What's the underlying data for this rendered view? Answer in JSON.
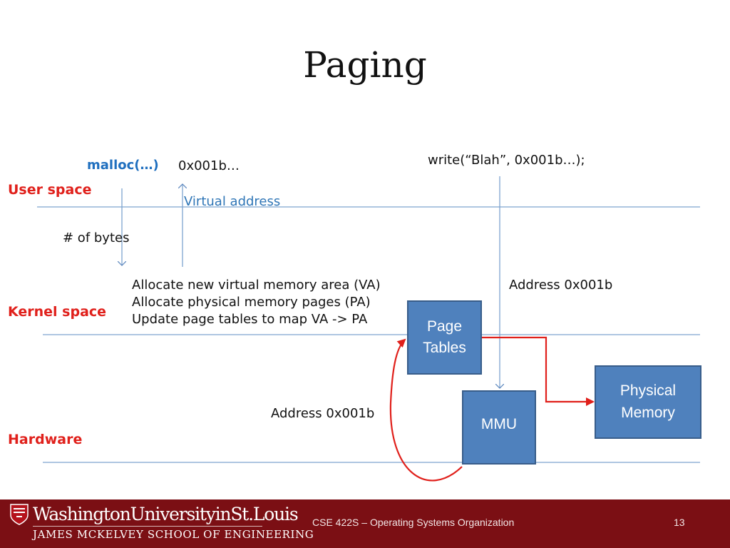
{
  "slide": {
    "title": "Paging",
    "zones": {
      "user": "User space",
      "kernel": "Kernel space",
      "hardware": "Hardware"
    },
    "malloc_call": "malloc(…)",
    "malloc_return": "0x001b…",
    "virtual_address_label": "Virtual address",
    "bytes_label": "# of bytes",
    "write_call": "write(“Blah”,  0x001b…);",
    "kernel_steps": [
      "Allocate new virtual memory area (VA)",
      "Allocate physical memory pages (PA)",
      "Update page tables to map VA -> PA"
    ],
    "address_right": "Address 0x001b",
    "address_left": "Address 0x001b",
    "boxes": {
      "page_tables": [
        "Page",
        "Tables"
      ],
      "mmu": "MMU",
      "physical_memory": [
        "Physical",
        "Memory"
      ]
    },
    "colors": {
      "zone_label": "#e0201b",
      "box_fill": "#4f81bd",
      "divider": "#4f81bd",
      "red_arrow": "#e0201b",
      "footer": "#7b0f14"
    }
  },
  "footer": {
    "university": "WashingtonUniversityinSt.Louis",
    "school": "JAMES MCKELVEY SCHOOL OF ENGINEERING",
    "course": "CSE 422S – Operating Systems Organization",
    "page_number": "13"
  }
}
